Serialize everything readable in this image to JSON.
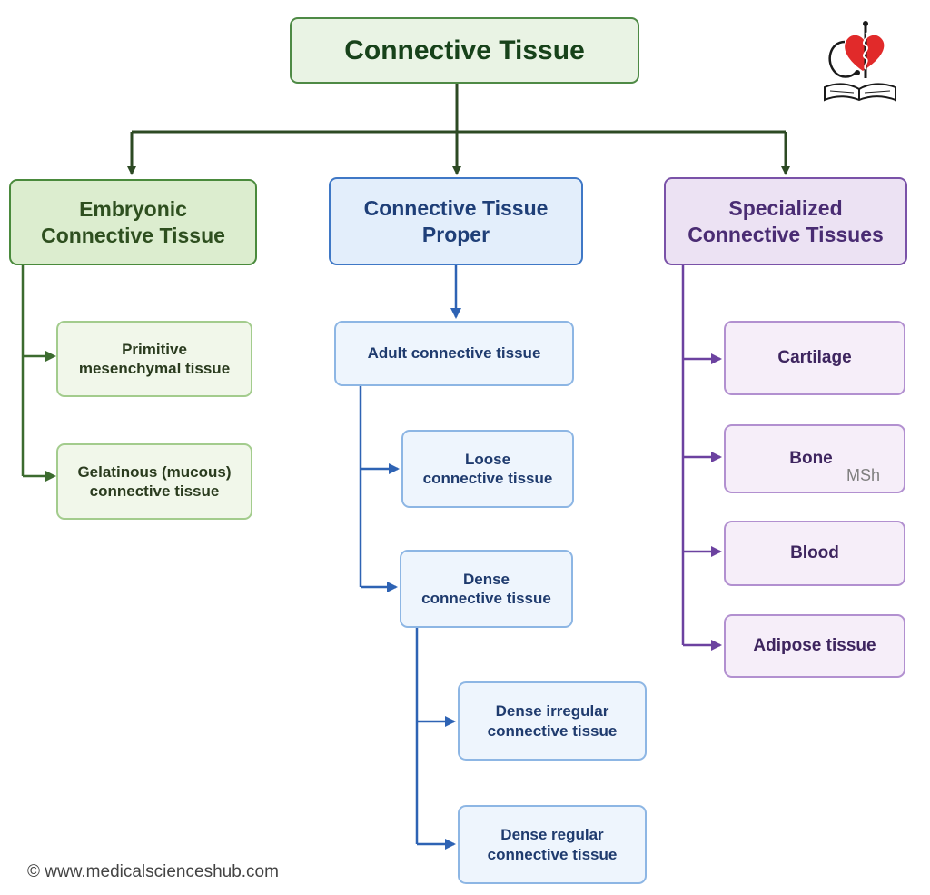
{
  "root": {
    "label": "Connective Tissue"
  },
  "embryonic": {
    "title": [
      "Embryonic",
      "Connective Tissue"
    ],
    "items": [
      [
        "Primitive",
        "mesenchymal tissue"
      ],
      [
        "Gelatinous (mucous)",
        "connective tissue"
      ]
    ]
  },
  "proper": {
    "title": [
      "Connective Tissue",
      "Proper"
    ],
    "adult": "Adult connective tissue",
    "loose": [
      "Loose",
      "connective tissue"
    ],
    "dense": [
      "Dense",
      "connective tissue"
    ],
    "dense_irregular": [
      "Dense irregular",
      "connective tissue"
    ],
    "dense_regular": [
      "Dense regular",
      "connective tissue"
    ]
  },
  "specialized": {
    "title": [
      "Specialized",
      "Connective Tissues"
    ],
    "items": [
      "Cartilage",
      "Bone",
      "Blood",
      "Adipose tissue"
    ]
  },
  "watermark": "MSh",
  "copyright": "© www.medicalscienceshub.com",
  "logo": {
    "icon": "heart-stethoscope-book-logo"
  },
  "colors": {
    "green_line": "#3c6b2f",
    "blue_line": "#2e63b4",
    "purple_line": "#6c42a0",
    "root_line": "#2d4a24"
  }
}
